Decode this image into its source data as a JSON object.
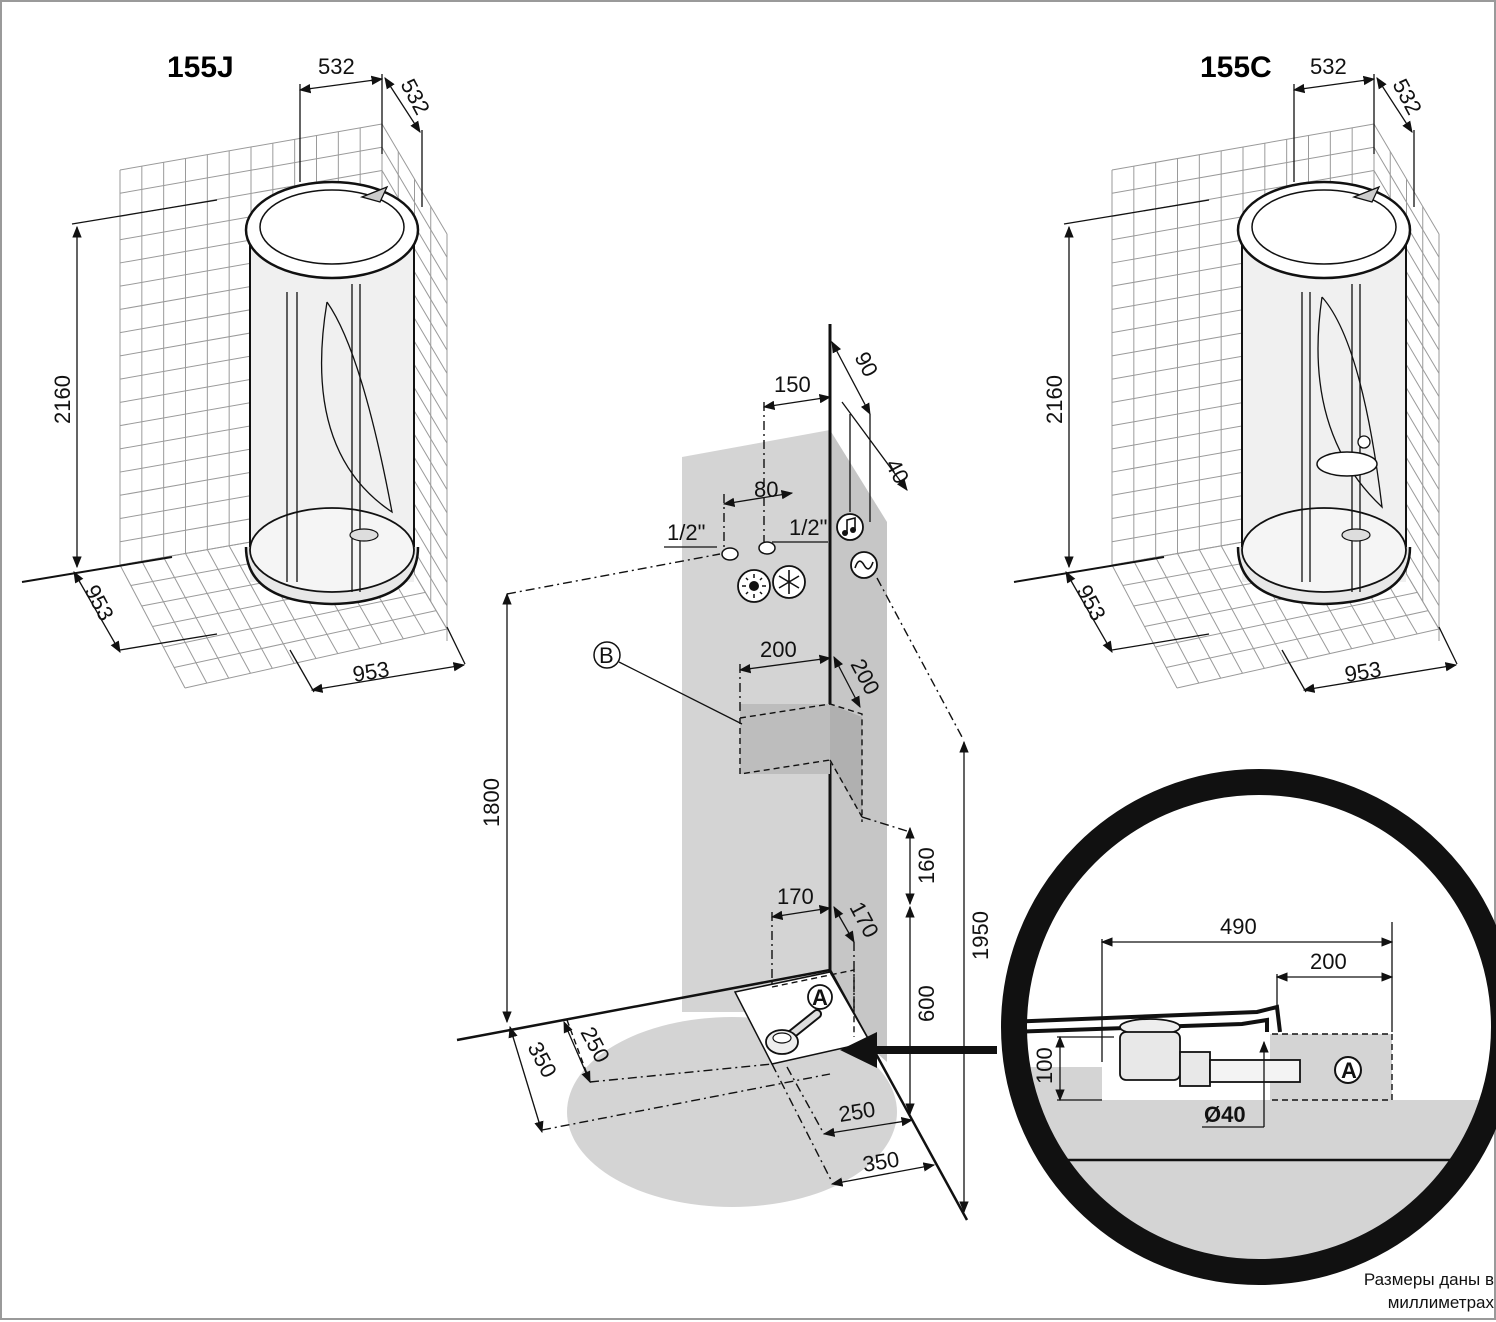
{
  "models": {
    "left": {
      "name": "155J",
      "width": "532",
      "depth": "532",
      "height": "2160",
      "floor_w": "953",
      "floor_d": "953"
    },
    "right": {
      "name": "155C",
      "width": "532",
      "depth": "532",
      "height": "2160",
      "floor_w": "953",
      "floor_d": "953"
    }
  },
  "center": {
    "d150": "150",
    "d90": "90",
    "d40": "40",
    "d80": "80",
    "pipe_left": "1/2\"",
    "pipe_right": "1/2\"",
    "d200a": "200",
    "d200b": "200",
    "label_b": "B",
    "d1800": "1800",
    "d160": "160",
    "d1950": "1950",
    "d170a": "170",
    "d170b": "170",
    "d600": "600",
    "label_a": "A",
    "d250a": "250",
    "d350a": "350",
    "d250b": "250",
    "d350b": "350"
  },
  "detail": {
    "d490": "490",
    "d200": "200",
    "d100": "100",
    "dia": "Ø40",
    "label_a": "A"
  },
  "note": {
    "line1": "Размеры даны в",
    "line2": "миллиметрах"
  },
  "icons": {
    "music": "music-note-icon",
    "power": "ac-power-icon",
    "hot": "sun-hot-water-icon",
    "cold": "snowflake-cold-water-icon"
  }
}
